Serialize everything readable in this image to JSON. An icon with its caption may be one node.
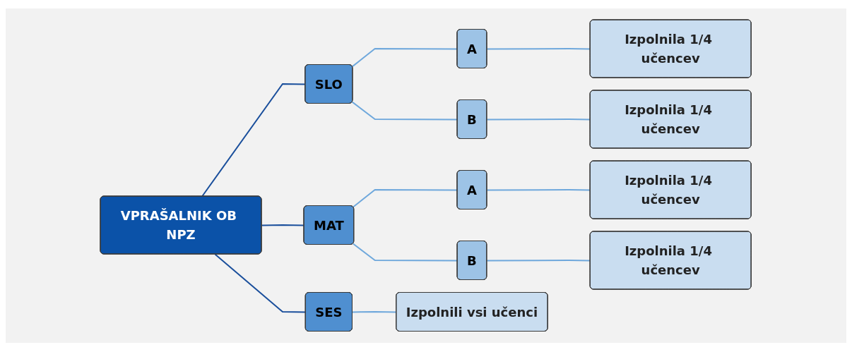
{
  "diagram": {
    "nodes": [
      {
        "text": [
          "VPRAŠALNIK OB NPZ"
        ]
      },
      {
        "text": [
          "SLO"
        ]
      },
      {
        "text": [
          "MAT"
        ]
      },
      {
        "text": [
          "SES"
        ]
      },
      {
        "text": [
          "A"
        ]
      },
      {
        "text": [
          "B"
        ]
      },
      {
        "text": [
          "A"
        ]
      },
      {
        "text": [
          "B"
        ]
      },
      {
        "text": [
          "Izpolnila 1/4 učencev"
        ]
      },
      {
        "text": [
          "Izpolnila 1/4 učencev"
        ]
      },
      {
        "text": [
          "Izpolnila 1/4 učencev"
        ]
      },
      {
        "text": [
          "Izpolnila 1/4 učencev"
        ]
      },
      {
        "text": [
          "Izpolnili vsi učenci"
        ]
      }
    ],
    "edges": [
      {
        "from": 0,
        "to": 1,
        "arrow": "none",
        "color": "#1a4f9c"
      },
      {
        "from": 0,
        "to": 2,
        "arrow": "none",
        "color": "#1a4f9c"
      },
      {
        "from": 0,
        "to": 3,
        "arrow": "none",
        "color": "#1a4f9c"
      },
      {
        "from": 1,
        "to": 4,
        "arrow": "none"
      },
      {
        "from": 1,
        "to": 5,
        "arrow": "none"
      },
      {
        "from": 2,
        "to": 6,
        "arrow": "none"
      },
      {
        "from": 2,
        "to": 7,
        "arrow": "none"
      },
      {
        "from": 4,
        "to": 8,
        "arrow": "none"
      },
      {
        "from": 5,
        "to": 9,
        "arrow": "none"
      },
      {
        "from": 6,
        "to": 10,
        "arrow": "none"
      },
      {
        "from": 7,
        "to": 11,
        "arrow": "none"
      },
      {
        "from": 3,
        "to": 12,
        "arrow": "none"
      }
    ]
  }
}
